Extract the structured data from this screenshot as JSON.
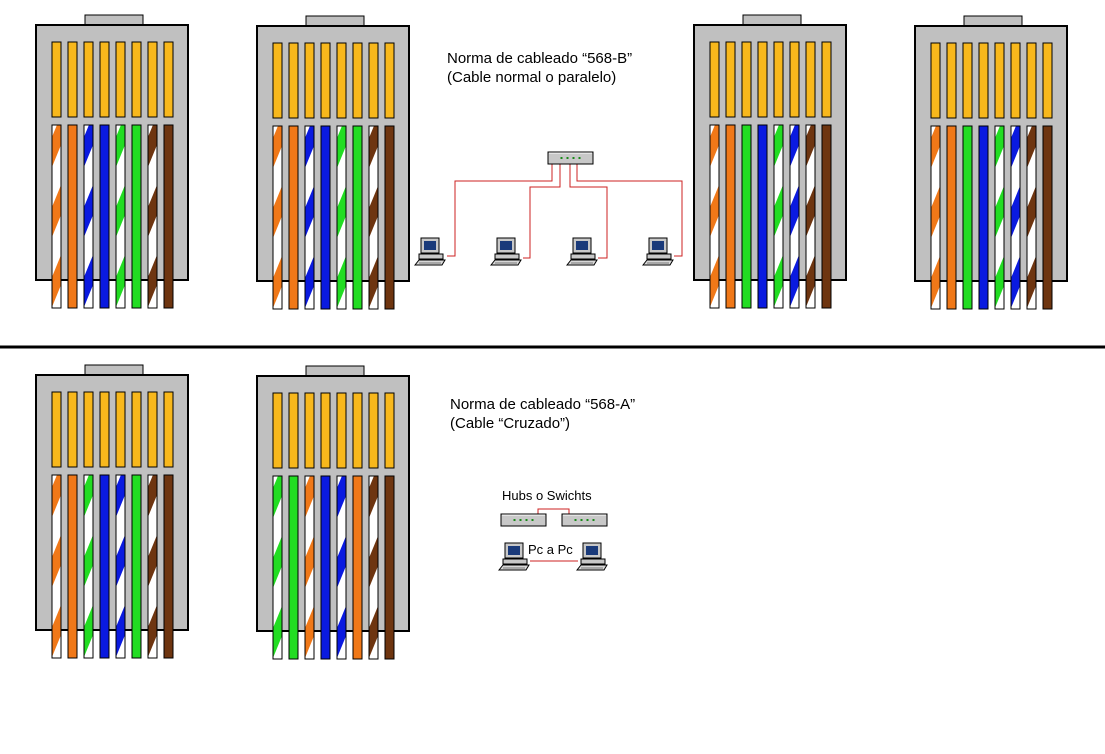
{
  "colors": {
    "orange": "#f07818",
    "green": "#22dd22",
    "blue": "#0a1ae0",
    "brown": "#6e3510",
    "white": "#ffffff",
    "contact": "#f8b81c",
    "connector_body": "#c0c0c0",
    "cable_line": "#cc2222"
  },
  "standards": {
    "b": {
      "title": "Norma de cableado “568-B”",
      "subtitle": "(Cable normal o paralelo)",
      "wire_order": [
        "white-orange",
        "orange",
        "white-green",
        "blue",
        "white-blue",
        "green",
        "white-brown",
        "brown"
      ]
    },
    "a": {
      "title": "Norma de cableado “568-A”",
      "subtitle": "(Cable “Cruzado”)",
      "wire_order": [
        "white-green",
        "green",
        "white-orange",
        "blue",
        "white-blue",
        "orange",
        "white-brown",
        "brown"
      ]
    }
  },
  "connectors": [
    {
      "name": "top-connector-1",
      "wiring": [
        "white-orange",
        "orange",
        "white-blue",
        "blue",
        "white-green",
        "green",
        "white-brown",
        "brown"
      ]
    },
    {
      "name": "top-connector-2",
      "wiring": [
        "white-orange",
        "orange",
        "white-blue",
        "blue",
        "white-green",
        "green",
        "white-brown",
        "brown"
      ]
    },
    {
      "name": "top-connector-3",
      "wiring": [
        "white-orange",
        "orange",
        "green",
        "blue",
        "white-green",
        "white-blue",
        "white-brown",
        "brown"
      ]
    },
    {
      "name": "top-connector-4",
      "wiring": [
        "white-orange",
        "orange",
        "green",
        "blue",
        "white-green",
        "white-blue",
        "white-brown",
        "brown"
      ]
    },
    {
      "name": "bottom-connector-1",
      "wiring": [
        "white-orange",
        "orange",
        "white-green",
        "blue",
        "white-blue",
        "green",
        "white-brown",
        "brown"
      ]
    },
    {
      "name": "bottom-connector-2",
      "wiring": [
        "white-green",
        "green",
        "white-orange",
        "blue",
        "white-blue",
        "orange",
        "white-brown",
        "brown"
      ]
    }
  ],
  "crossover_diagram": {
    "hubs_label": "Hubs o Swichts",
    "pc_label": "Pc a Pc"
  }
}
